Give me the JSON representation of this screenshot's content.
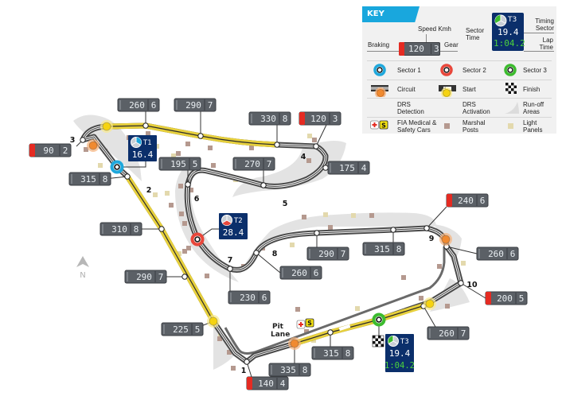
{
  "key": {
    "title": "KEY",
    "speed_label": "Speed Kmh",
    "braking_label": "Braking",
    "gear_label": "Gear",
    "sample_speed": "120",
    "sample_gear": "3",
    "sector_time_label": "Sector Time",
    "timing_sector_label": "Timing Sector",
    "lap_time_label": "Lap Time",
    "sample_sector": "T3",
    "sample_sector_time": "19.4",
    "sample_lap_time": "1:04.2",
    "items": [
      {
        "icon": "sector-1-icon",
        "label": "Sector 1"
      },
      {
        "icon": "sector-2-icon",
        "label": "Sector 2"
      },
      {
        "icon": "sector-3-icon",
        "label": "Sector 3"
      },
      {
        "icon": "circuit-icon",
        "label": "Circuit"
      },
      {
        "icon": "start-icon",
        "label": "Start"
      },
      {
        "icon": "finish-icon",
        "label": "Finish"
      },
      {
        "icon": "drs-detection-icon",
        "label": "DRS Detection"
      },
      {
        "icon": "drs-activation-icon",
        "label": "DRS Activation"
      },
      {
        "icon": "runoff-icon",
        "label": "Run-off Areas"
      },
      {
        "icon": "medical-safety-car-icon",
        "label": "FIA Medical & Safety Cars"
      },
      {
        "icon": "marshal-post-icon",
        "label": "Marshal Posts"
      },
      {
        "icon": "light-panel-icon",
        "label": "Light Panels"
      }
    ]
  },
  "colors": {
    "sector1": "#1fa8dc",
    "sector2": "#e8473b",
    "sector3": "#3cbb2e",
    "drs_detection": "#f08a30",
    "drs_activation": "#f5d312",
    "drs_zone": "#e7d03c",
    "box": "#5b6066",
    "braking": "#e52b22",
    "timing_bg": "#0b2f6b",
    "lap_time": "#4cd13d",
    "runoff": "#e2e2e2",
    "marshal": "#b5998f",
    "light_panel": "#e3d9ad"
  },
  "speed_points": [
    {
      "speed": "260",
      "gear": "6",
      "braking": false
    },
    {
      "speed": "290",
      "gear": "7",
      "braking": false
    },
    {
      "speed": "330",
      "gear": "8",
      "braking": false
    },
    {
      "speed": "120",
      "gear": "3",
      "braking": true
    },
    {
      "speed": "90",
      "gear": "2",
      "braking": true
    },
    {
      "speed": "315",
      "gear": "8",
      "braking": false
    },
    {
      "speed": "195",
      "gear": "5",
      "braking": false
    },
    {
      "speed": "270",
      "gear": "7",
      "braking": false
    },
    {
      "speed": "175",
      "gear": "4",
      "braking": false
    },
    {
      "speed": "240",
      "gear": "6",
      "braking": true
    },
    {
      "speed": "310",
      "gear": "8",
      "braking": false
    },
    {
      "speed": "290",
      "gear": "7",
      "braking": false
    },
    {
      "speed": "315",
      "gear": "8",
      "braking": false
    },
    {
      "speed": "260",
      "gear": "6",
      "braking": false
    },
    {
      "speed": "260",
      "gear": "6",
      "braking": false
    },
    {
      "speed": "290",
      "gear": "7",
      "braking": false
    },
    {
      "speed": "230",
      "gear": "6",
      "braking": false
    },
    {
      "speed": "200",
      "gear": "5",
      "braking": true
    },
    {
      "speed": "225",
      "gear": "5",
      "braking": false
    },
    {
      "speed": "260",
      "gear": "7",
      "braking": false
    },
    {
      "speed": "335",
      "gear": "8",
      "braking": false
    },
    {
      "speed": "315",
      "gear": "8",
      "braking": false
    },
    {
      "speed": "140",
      "gear": "4",
      "braking": true
    }
  ],
  "sectors": [
    {
      "name": "T1",
      "time": "16.4"
    },
    {
      "name": "T2",
      "time": "28.4"
    },
    {
      "name": "T3",
      "time": "19.4",
      "lap_time": "1:04.2"
    }
  ],
  "turns": [
    "1",
    "2",
    "3",
    "4",
    "5",
    "6",
    "7",
    "8",
    "9",
    "10"
  ],
  "pit_lane_label": "Pit Lane",
  "compass_label": "N"
}
